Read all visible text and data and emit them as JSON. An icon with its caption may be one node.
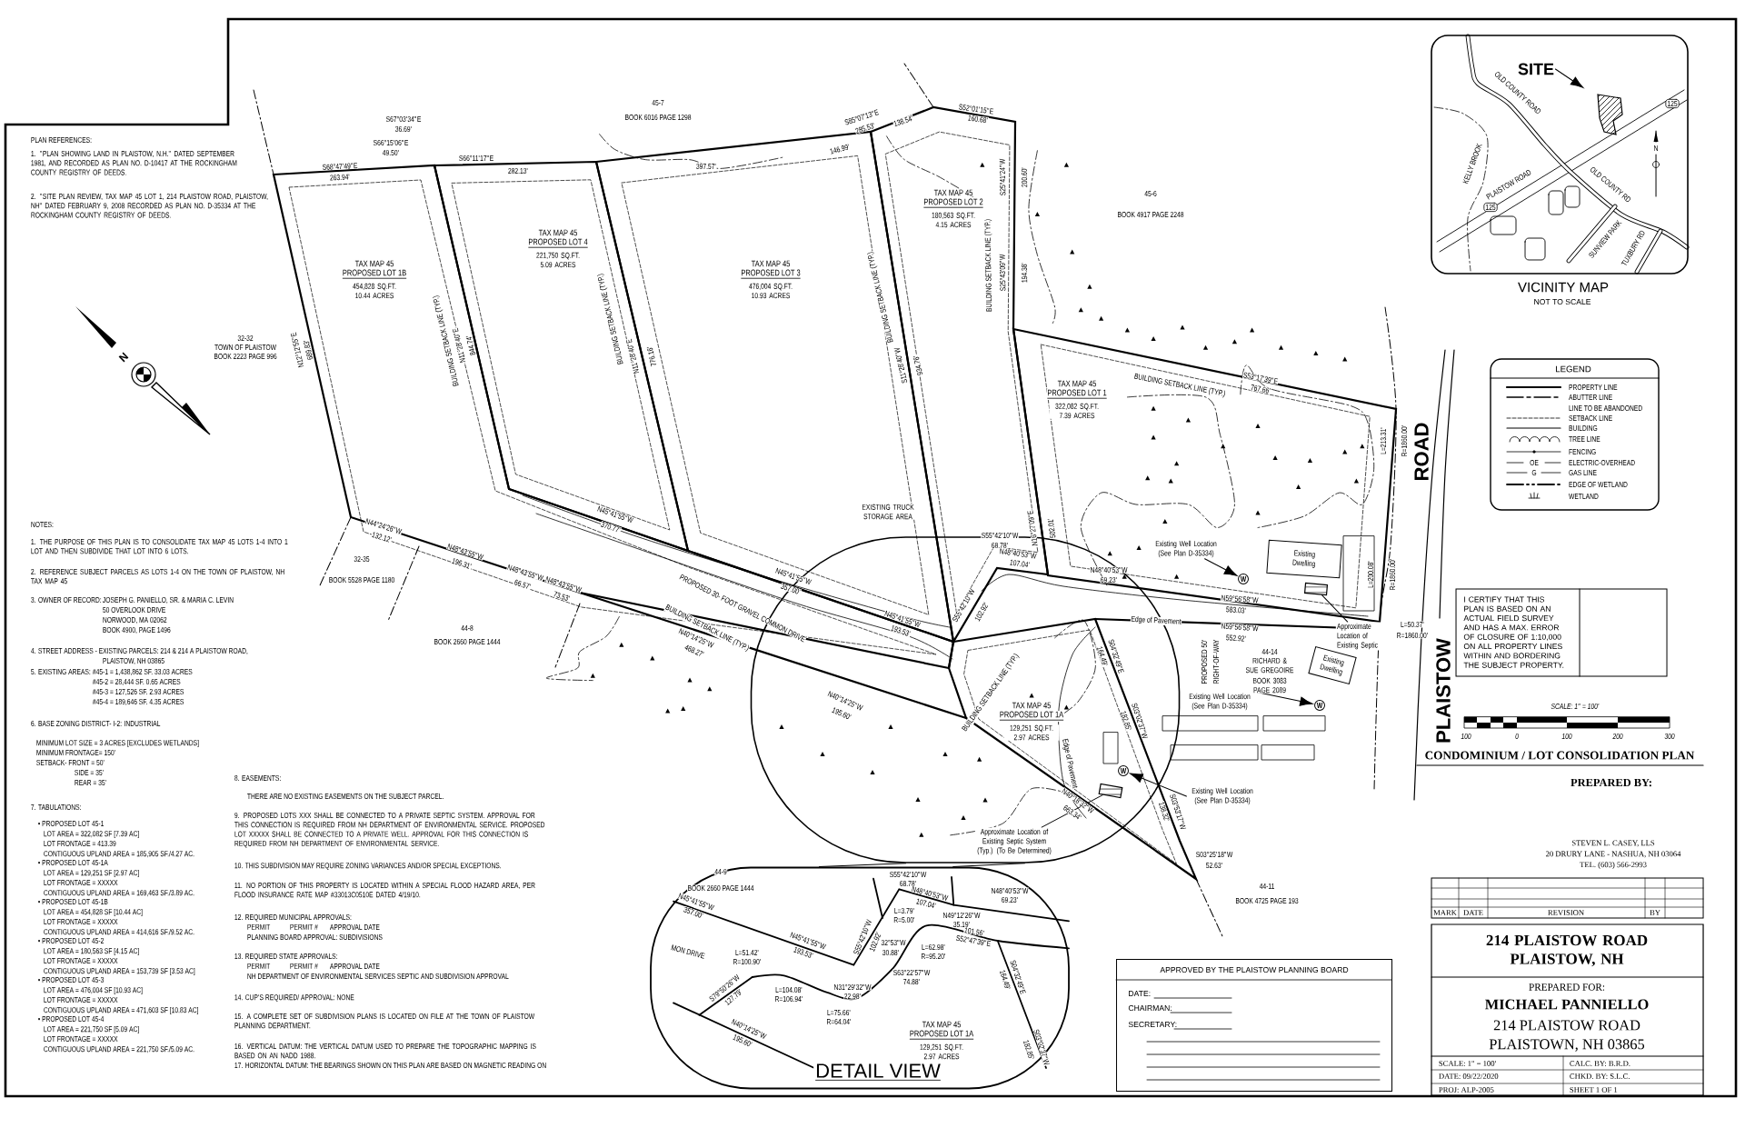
{
  "diagram": {
    "nodes": [
      {
        "text": [
          "Existing Dwelling"
        ]
      },
      {
        "text": [
          "W"
        ]
      },
      {
        "text": [
          "Existing Well Location (See Plan D-35334)"
        ]
      },
      {
        "text": [],
        "shape": "box"
      },
      {
        "text": [
          "Approximate Location of Existing Septic"
        ]
      },
      {
        "text": [
          "Existing Dwelling"
        ]
      },
      {
        "text": [
          "W"
        ]
      },
      {
        "text": [
          "Existing Well Location (See Plan D-35334)"
        ]
      },
      {
        "text": [],
        "shape": "box"
      },
      {
        "text": [
          "W"
        ],
        "in": 8
      },
      {
        "text": [
          "Existing Well Location (See Plan D-35334)"
        ]
      },
      {
        "text": [],
        "shape": "box",
        "in": 8
      },
      {
        "text": [
          "Approximate Location of Existing Septic System (Typ.) (To Be Determined)"
        ],
        "in": 8
      },
      {
        "text": [
          "DETAIL VIEW"
        ]
      },
      {
        "text": [
          "VICINITY MAP",
          "NOT TO SCALE"
        ]
      },
      {
        "text": [
          "SITE"
        ],
        "in": 14
      },
      {
        "text": [],
        "shape": "picture",
        "in": 14
      },
      {
        "text": [
          "I CERTIFY THAT THIS PLAN IS BASED ON AN ACTUAL FIELD SURVEY AND HAS A MAX. ERROR OF CLOSURE OF 1:10,000 ON ALL PROPERTY LINES WITHIN AND BORDERING THE SUBJECT PROPERTY."
        ]
      },
      {
        "text": [
          "APPROVED BY THE PLAISTOW PLANNING BOARD",
          "DATE:",
          "CHAIRMAN:",
          "SECRETARY:"
        ]
      }
    ],
    "edges": [
      {
        "from": 2,
        "to": 1,
        "arrow": "to"
      },
      {
        "from": 4,
        "to": 3,
        "arrow": "none"
      },
      {
        "from": 7,
        "to": 6,
        "arrow": "to"
      },
      {
        "from": 10,
        "to": 9,
        "arrow": "to"
      },
      {
        "from": 12,
        "to": 11,
        "arrow": "none"
      },
      {
        "from": 8,
        "to": 13,
        "arrow": "none"
      },
      {
        "from": 8,
        "to": 13,
        "arrow": "none"
      },
      {
        "from": 15,
        "to": 16,
        "arrow": "to"
      }
    ],
    "labels": [
      "PLAN REFERENCES:",
      "1. \"PLAN SHOWING LAND IN PLAISTOW, N.H.\" DATED SEPTEMBER 1981, AND RECORDED AS PLAN NO. D-10417 AT THE ROCKINGHAM COUNTY REGISTRY OF DEEDS.",
      "2. \"SITE PLAN REVIEW, TAX MAP 45 LOT 1, 214 PLAISTOW ROAD, PLAISTOW, NH\" DATED FEBRUARY 9, 2008 RECORDED AS PLAN NO. D-35334 AT THE ROCKINGHAM COUNTY REGISTRY OF DEEDS.",
      "NOTES:",
      "1. THE PURPOSE OF THIS PLAN IS TO CONSOLIDATE TAX MAP 45 LOTS 1-4 INTO 1 LOT AND THEN SUBDIVIDE THAT LOT INTO 6 LOTS.",
      "2. REFERENCE SUBJECT PARCELS AS LOTS 1-4 ON THE TOWN OF PLAISTOW, NH TAX MAP 45",
      "3. OWNER OF RECORD:",
      "JOSEPH G. PANIELLO, SR. & MARIA C. LEVIN",
      "50 OVERLOOK DRIVE",
      "NORWOOD, MA 02062",
      "BOOK 4900, PAGE 1496",
      "4. STREET ADDRESS - EXISTING PARCELS: 214 & 214 A PLAISTOW ROAD,",
      "PLAISTOW, NH 03865",
      "5. EXISTING AREAS:",
      "#45-1 = 1,438,862 SF. 33.03 ACRES",
      "#45-2 = 28,444 SF. 0.65 ACRES",
      "#45-3 = 127,526 SF. 2.93 ACRES",
      "#45-4 = 189,646 SF. 4.35 ACRES",
      "6. BASE ZONING DISTRICT- I-2: INDUSTRIAL",
      "MINIMUM LOT SIZE = 3 ACRES [EXCLUDES WETLANDS]",
      "MINIMUM FRONTAGE= 150'",
      "SETBACK- FRONT = 50'",
      "SIDE = 35'",
      "REAR = 35'",
      "7. TABULATIONS:",
      "• PROPOSED LOT 45-1",
      "LOT AREA = 322,082 SF [7.39 AC]",
      "LOT FRONTAGE = 413.39",
      "CONTIGUOUS UPLAND AREA = 185,905 SF./4.27 AC.",
      "• PROPOSED LOT 45-1A",
      "LOT AREA = 129,251 SF [2.97 AC]",
      "LOT FRONTAGE = XXXXX",
      "CONTIGUOUS UPLAND AREA = 169,463 SF./3.89 AC.",
      "• PROPOSED LOT 45-1B",
      "LOT AREA = 454,828 SF [10.44 AC]",
      "LOT FRONTAGE = XXXXX",
      "CONTIGUOUS UPLAND AREA = 414,616 SF./9.52 AC.",
      "• PROPOSED LOT 45-2",
      "LOT AREA = 180,563 SF [4.15 AC]",
      "LOT FRONTAGE = XXXXX",
      "CONTIGUOUS UPLAND AREA = 153,739 SF [3.53 AC]",
      "• PROPOSED LOT 45-3",
      "LOT AREA = 476,004 SF [10.93 AC]",
      "LOT FRONTAGE = XXXXX",
      "CONTIGUOUS UPLAND AREA = 471,603 SF [10.83 AC]",
      "• PROPOSED LOT 45-4",
      "LOT AREA = 221,750 SF [5.09 AC]",
      "LOT FRONTAGE = XXXXX",
      "CONTIGUOUS UPLAND AREA = 221,750 SF./5.09 AC.",
      "8. EASEMENTS:",
      "THERE ARE NO EXISTING EASEMENTS ON THE SUBJECT PARCEL.",
      "9. PROPOSED LOTS XXX SHALL BE CONNECTED TO A PRIVATE SEPTIC SYSTEM. APPROVAL FOR THIS CONNECTION IS REQUIRED FROM NH DEPARTMENT OF ENVIRONMENTAL SERVICE. PROPOSED LOT XXXXX SHALL BE CONNECTED TO A PRIVATE WELL. APPROVAL FOR THIS CONNECTION IS REQUIRED FROM NH DEPARTMENT OF ENVIRONMENTAL SERVICE.",
      "10. THIS SUBDIVISION MAY REQUIRE ZONING VARIANCES AND/OR SPECIAL EXCEPTIONS.",
      "11. NO PORTION OF THIS PROPERTY IS LOCATED WITHIN A SPECIAL FLOOD HAZARD AREA, PER FLOOD INSURANCE RATE MAP #33013C0510E DATED 4/19/10.",
      "12. REQUIRED MUNICIPAL APPROVALS:",
      "PERMIT",
      "PERMIT #",
      "APPROVAL DATE",
      "PLANNING BOARD APPROVAL: SUBDIVISIONS",
      "13. REQUIRED STATE APPROVALS:",
      "PERMIT",
      "PERMIT #",
      "APPROVAL DATE",
      "NH DEPARTMENT OF ENVIRONMENTAL SERVICES SEPTIC AND SUBDIVISION APPROVAL",
      "14. CUP'S REQUIRED/ APPROVAL: NONE",
      "15. A COMPLETE SET OF SUBDIVISION PLANS IS LOCATED ON FILE AT THE TOWN OF PLAISTOW PLANNING DEPARTMENT.",
      "16. VERTICAL DATUM: THE VERTICAL DATUM USED TO PREPARE THE TOPOGRAPHIC MAPPING IS BASED ON AN NADD 1988.",
      "17. HORIZONTAL DATUM: THE BEARINGS SHOWN ON THIS PLAN ARE BASED ON MAGNETIC READING ON",
      "32-32",
      "TOWN OF PLAISTOW",
      "BOOK 2223 PAGE 996",
      "N",
      "45-7",
      "BOOK 6016 PAGE 1298",
      "45-6",
      "BOOK 4917 PAGE 2248",
      "32-35",
      "BOOK 5528 PAGE 1180",
      "44-8",
      "BOOK 2660 PAGE 1444",
      "44-9",
      "BOOK 2660 PAGE 1444",
      "44-14",
      "RICHARD & SUE GREGOIRE",
      "BOOK 3083 PAGE 2089",
      "44-11",
      "BOOK 4725 PAGE 193",
      "S67°03'34\"E",
      "36.69'",
      "S66°15'06\"E",
      "49.50'",
      "S68°47'49\"E",
      "263.94'",
      "S66°11'17\"E",
      "282.13'",
      "397.57'",
      "S85°07'13\"E",
      "285.53'",
      "146.99'",
      "138.54'",
      "S52°01'15\"E",
      "160.68'",
      "N12°12'55\"E",
      "689.83'",
      "BUILDING SETBACK LINE (TYP.)",
      "N11°28'40\"E",
      "844.74'",
      "BUILDING SETBACK LINE (TYP.)",
      "N11°28'40\"E",
      "776.16'",
      "BUILDING SETBACK LINE (TYP.)",
      "N45°41'55\"W",
      "370.77'",
      "N44°24'26\"W",
      "132.12'",
      "N48°43'55\"W",
      "196.31'",
      "N48°43'55\"W",
      "66.57'",
      "N48°43'55\"W",
      "73.53'",
      "PROPOSED 30- FOOT GRAVEL COMMON DRIVE",
      "BUILDING SETBACK LINE (TYP.)",
      "N40°14'25\"W",
      "468.27'",
      "N45°41'55\"W",
      "357.00'",
      "N45°41'55\"W",
      "193.53'",
      "N40°14'25\"W",
      "195.60'",
      "EXISTING TRUCK STORAGE AREA",
      "S25°41'24\"W",
      "200.60'",
      "BUILDING SETBACK LINE (TYP.)",
      "S25°43'09\"W",
      "194.38'",
      "S11°28'40\"W",
      "934.76'",
      "BUILDING SETBACK LINE (TYP.)",
      "S53°17'39\"E",
      "767.66'",
      "L=213.31'",
      "R=1860.00'",
      "N16°27'09\"E",
      "502.01'",
      "S55°42'10\"W",
      "68.78'",
      "N48°40'53\"W",
      "107.04'",
      "N48°40'53\"W",
      "69.23'",
      "S55°42'10\"W",
      "102.92'",
      "Edge of Pavement",
      "N59°56'58\"W",
      "583.03'",
      "N59°56'58\"W",
      "552.92'",
      "PROPOSED 50'",
      "RIGHT-OF-WAY",
      "L=50.37'",
      "R=1860.00'",
      "L=200.08'",
      "R=1860.00'",
      "S04°32'49\"E",
      "164.49'",
      "S03°02'37\"W",
      "182.85'",
      "S03°53'17\"W",
      "138.32'",
      "BUILDING SETBACK LINE (TYP.)",
      "Edge of Pavement",
      "N40°18'32\"W",
      "663.34'",
      "S03°25'18\"W",
      "52.63'",
      "PLAISTOW",
      "ROAD",
      "N45°41'55\"W",
      "357.00'",
      "MON DRIVE",
      "N45°41'55\"W",
      "193.53'",
      "S55°42'10\"W",
      "102.92'",
      "S55°42'10\"W",
      "68.78'",
      "N48°40'53\"W",
      "107.04'",
      "N48°40'53\"W",
      "69.23'",
      "L=3.79'",
      "R=5.00'",
      "N49°12'26\"W",
      "35.19'",
      "101.56'",
      "S52°47'39\"E",
      "32°53\"W",
      "30.88'",
      "L=62.98'",
      "R=95.20'",
      "S63°22'57\"W",
      "74.88'",
      "L=51.42'",
      "R=100.90'",
      "S79°50'26\"W",
      "127.79'",
      "L=104.08'",
      "R=106.94'",
      "N31°29'32\"W",
      "22.98'",
      "L=75.66'",
      "R=64.04'",
      "N40°14'25\"W",
      "195.60'",
      "S04°32'49\"E",
      "164.49'",
      "S03°02'37\"W",
      "182.85'",
      "OLD COUNTY ROAD",
      "KELLY BROOK",
      "PLAISTOW ROAD",
      "125",
      "125",
      "OLD COUNTY RD",
      "SUNVIEW PARK",
      "TUXBURY RD",
      "N",
      "LEGEND",
      "SCALE: 1\" = 100'",
      "100",
      "0",
      "100",
      "200",
      "300",
      "CONDOMINIUM / LOT CONSOLIDATION PLAN",
      "PREPARED BY:",
      "STEVEN L. CASEY, LLS",
      "20 DRURY LANE - NASHUA, NH 03064",
      "TEL. (603) 566-2993",
      "MARK",
      "DATE",
      "REVISION",
      "BY",
      "214 PLAISTOW ROAD PLAISTOW, NH",
      "PREPARED FOR:",
      "MICHAEL PANNIELLO",
      "214 PLAISTOW ROAD",
      "PLAISTOWN, NH 03865",
      "SCALE: 1\" = 100'",
      "CALC. BY: B.R.D.",
      "DATE: 09/22/2020",
      "CHKD. BY: S.L.C.",
      "PROJ: ALP-2005",
      "SHEET 1 OF 1",
      "OE",
      "G",
      "TAX MAP 45",
      "PROPOSED LOT 1B",
      "454,828 SQ.FT. 10.44 ACRES",
      "TAX MAP 45",
      "PROPOSED LOT 4",
      "221,750 SQ.FT. 5.09 ACRES",
      "TAX MAP 45",
      "PROPOSED LOT 3",
      "476,004 SQ.FT. 10.93 ACRES",
      "TAX MAP 45",
      "PROPOSED LOT 2",
      "180,563 SQ.FT. 4.15 ACRES",
      "TAX MAP 45",
      "PROPOSED LOT 1",
      "322,082 SQ.FT. 7.39 ACRES",
      "TAX MAP 45",
      "PROPOSED LOT 1A",
      "129,251 SQ.FT. 2.97 ACRES",
      "TAX MAP 45",
      "PROPOSED LOT 1A",
      "129,251 SQ.FT. 2.97 ACRES"
    ],
    "legend": [
      {
        "text": "PROPERTY LINE"
      },
      {
        "text": "ABUTTER LINE"
      },
      {
        "text": "LINE TO BE ABANDONED"
      },
      {
        "text": "SETBACK LINE"
      },
      {
        "text": "BUILDING"
      },
      {
        "text": "TREE LINE"
      },
      {
        "text": "FENCING"
      },
      {
        "text": "ELECTRIC-OVERHEAD"
      },
      {
        "text": "GAS LINE"
      },
      {
        "text": "EDGE OF WETLAND"
      },
      {
        "text": "WETLAND"
      }
    ]
  }
}
